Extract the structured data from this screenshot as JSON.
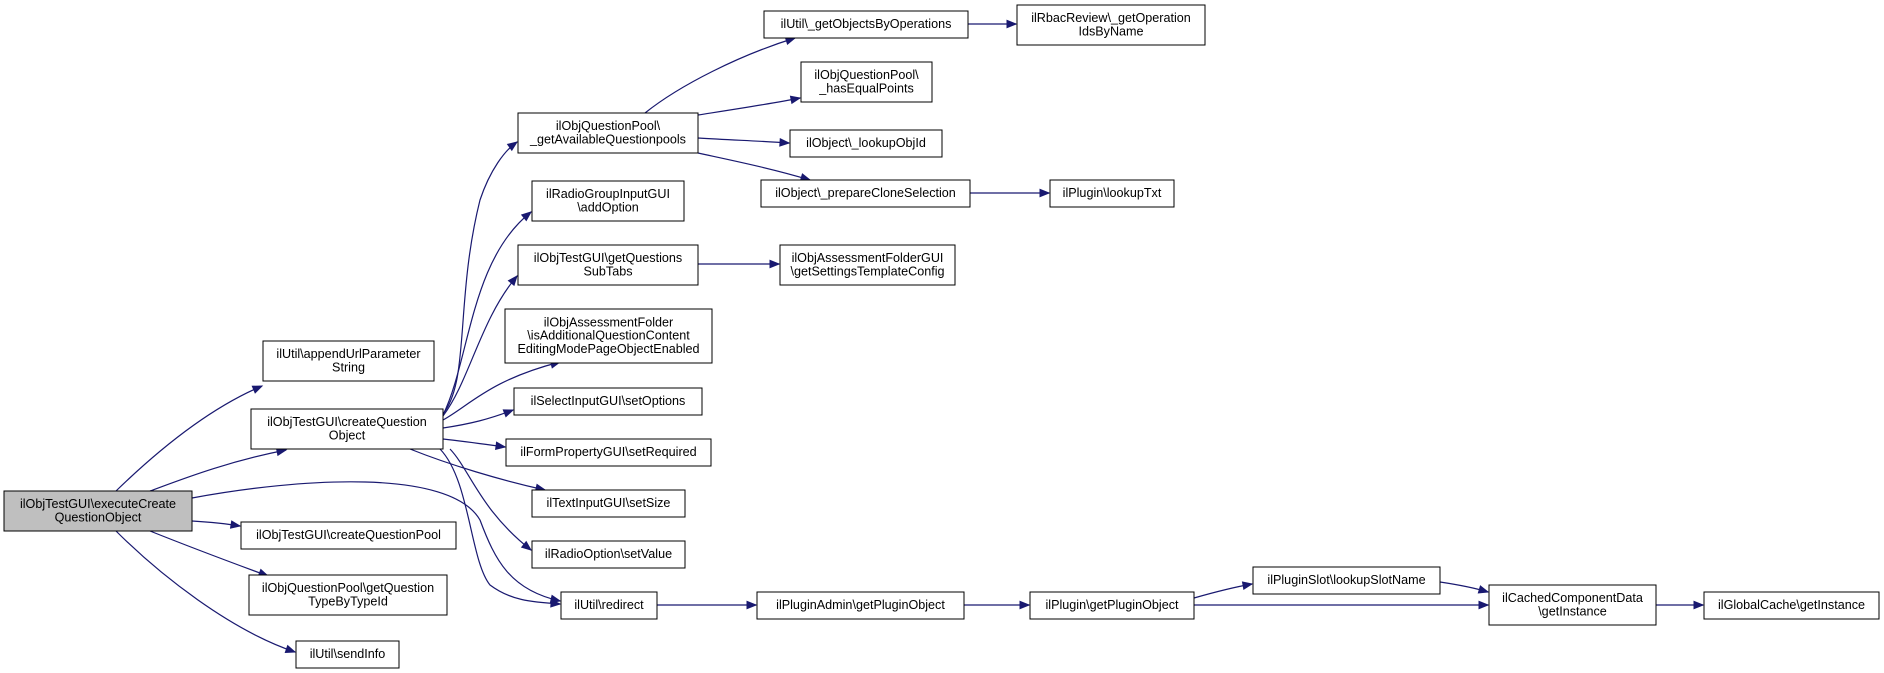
{
  "nodes": [
    {
      "id": "root",
      "lines": [
        "ilObjTestGUI\\executeCreate",
        "QuestionObject"
      ],
      "root": true
    },
    {
      "id": "appendUrl",
      "lines": [
        "ilUtil\\appendUrlParameter",
        "String"
      ]
    },
    {
      "id": "createQO",
      "lines": [
        "ilObjTestGUI\\createQuestion",
        "Object"
      ]
    },
    {
      "id": "createQP",
      "lines": [
        "ilObjTestGUI\\createQuestionPool"
      ]
    },
    {
      "id": "getQTypeById",
      "lines": [
        "ilObjQuestionPool\\getQuestion",
        "TypeByTypeId"
      ]
    },
    {
      "id": "sendInfo",
      "lines": [
        "ilUtil\\sendInfo"
      ]
    },
    {
      "id": "getAvailQP",
      "lines": [
        "ilObjQuestionPool\\",
        "_getAvailableQuestionpools"
      ]
    },
    {
      "id": "addOption",
      "lines": [
        "ilRadioGroupInputGUI",
        "\\addOption"
      ]
    },
    {
      "id": "getQSubTabs",
      "lines": [
        "ilObjTestGUI\\getQuestions",
        "SubTabs"
      ]
    },
    {
      "id": "isAddlQC",
      "lines": [
        "ilObjAssessmentFolder",
        "\\isAdditionalQuestionContent",
        "EditingModePageObjectEnabled"
      ]
    },
    {
      "id": "setOptions",
      "lines": [
        "ilSelectInputGUI\\setOptions"
      ]
    },
    {
      "id": "setRequired",
      "lines": [
        "ilFormPropertyGUI\\setRequired"
      ]
    },
    {
      "id": "setSize",
      "lines": [
        "ilTextInputGUI\\setSize"
      ]
    },
    {
      "id": "setValue",
      "lines": [
        "ilRadioOption\\setValue"
      ]
    },
    {
      "id": "redirect",
      "lines": [
        "ilUtil\\redirect"
      ]
    },
    {
      "id": "getObjByOps",
      "lines": [
        "ilUtil\\_getObjectsByOperations"
      ]
    },
    {
      "id": "hasEqualPts",
      "lines": [
        "ilObjQuestionPool\\",
        "_hasEqualPoints"
      ]
    },
    {
      "id": "lookupObjId",
      "lines": [
        "ilObject\\_lookupObjId"
      ]
    },
    {
      "id": "prepClone",
      "lines": [
        "ilObject\\_prepareCloneSelection"
      ]
    },
    {
      "id": "getSettingsTpl",
      "lines": [
        "ilObjAssessmentFolderGUI",
        "\\getSettingsTemplateConfig"
      ]
    },
    {
      "id": "getPluginObjAdmin",
      "lines": [
        "ilPluginAdmin\\getPluginObject"
      ]
    },
    {
      "id": "getOpIds",
      "lines": [
        "ilRbacReview\\_getOperation",
        "IdsByName"
      ]
    },
    {
      "id": "lookupTxt",
      "lines": [
        "ilPlugin\\lookupTxt"
      ]
    },
    {
      "id": "getPluginObj",
      "lines": [
        "ilPlugin\\getPluginObject"
      ]
    },
    {
      "id": "lookupSlotName",
      "lines": [
        "ilPluginSlot\\lookupSlotName"
      ]
    },
    {
      "id": "cachedGetInst",
      "lines": [
        "ilCachedComponentData",
        "\\getInstance"
      ]
    },
    {
      "id": "globalGetInst",
      "lines": [
        "ilGlobalCache\\getInstance"
      ]
    }
  ],
  "edges": [
    [
      "root",
      "appendUrl"
    ],
    [
      "root",
      "createQO"
    ],
    [
      "root",
      "createQP"
    ],
    [
      "root",
      "getQTypeById"
    ],
    [
      "root",
      "sendInfo"
    ],
    [
      "root",
      "redirect"
    ],
    [
      "createQO",
      "getAvailQP"
    ],
    [
      "createQO",
      "addOption"
    ],
    [
      "createQO",
      "getQSubTabs"
    ],
    [
      "createQO",
      "isAddlQC"
    ],
    [
      "createQO",
      "setOptions"
    ],
    [
      "createQO",
      "setRequired"
    ],
    [
      "createQO",
      "setSize"
    ],
    [
      "createQO",
      "setValue"
    ],
    [
      "createQO",
      "redirect"
    ],
    [
      "getAvailQP",
      "getObjByOps"
    ],
    [
      "getAvailQP",
      "hasEqualPts"
    ],
    [
      "getAvailQP",
      "lookupObjId"
    ],
    [
      "getAvailQP",
      "prepClone"
    ],
    [
      "getObjByOps",
      "getOpIds"
    ],
    [
      "prepClone",
      "lookupTxt"
    ],
    [
      "getQSubTabs",
      "getSettingsTpl"
    ],
    [
      "redirect",
      "getPluginObjAdmin"
    ],
    [
      "getPluginObjAdmin",
      "getPluginObj"
    ],
    [
      "getPluginObj",
      "lookupSlotName"
    ],
    [
      "getPluginObj",
      "cachedGetInst"
    ],
    [
      "lookupSlotName",
      "cachedGetInst"
    ],
    [
      "cachedGetInst",
      "globalGetInst"
    ]
  ]
}
